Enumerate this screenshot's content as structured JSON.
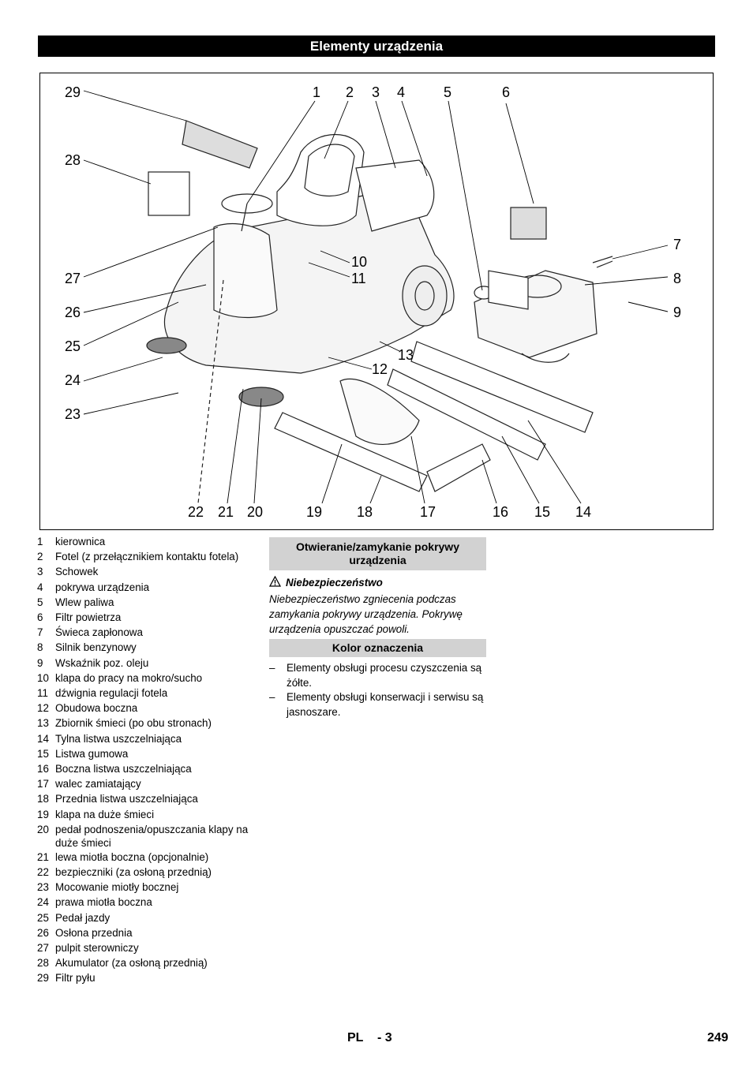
{
  "header": {
    "title": "Elementy urządzenia"
  },
  "figure": {
    "callouts": [
      "29",
      "28",
      "27",
      "26",
      "25",
      "24",
      "23",
      "1",
      "2",
      "3",
      "4",
      "5",
      "6",
      "7",
      "8",
      "9",
      "10",
      "11",
      "12",
      "13",
      "22",
      "21",
      "20",
      "19",
      "18",
      "17",
      "16",
      "15",
      "14"
    ]
  },
  "parts": [
    {
      "num": "1",
      "text": "kierownica"
    },
    {
      "num": "2",
      "text": "Fotel (z przełącznikiem kontaktu fotela)"
    },
    {
      "num": "3",
      "text": "Schowek"
    },
    {
      "num": "4",
      "text": "pokrywa urządzenia"
    },
    {
      "num": "5",
      "text": "Wlew paliwa"
    },
    {
      "num": "6",
      "text": "Filtr powietrza"
    },
    {
      "num": "7",
      "text": "Świeca zapłonowa"
    },
    {
      "num": "8",
      "text": "Silnik benzynowy"
    },
    {
      "num": "9",
      "text": "Wskaźnik poz. oleju"
    },
    {
      "num": "10",
      "text": "klapa do pracy na mokro/sucho"
    },
    {
      "num": "11",
      "text": "dźwignia regulacji fotela"
    },
    {
      "num": "12",
      "text": "Obudowa boczna"
    },
    {
      "num": "13",
      "text": "Zbiornik śmieci (po obu stronach)"
    },
    {
      "num": "14",
      "text": "Tylna listwa uszczelniająca"
    },
    {
      "num": "15",
      "text": "Listwa gumowa"
    },
    {
      "num": "16",
      "text": "Boczna listwa uszczelniająca"
    },
    {
      "num": "17",
      "text": "walec zamiatający"
    },
    {
      "num": "18",
      "text": "Przednia listwa uszczelniająca"
    },
    {
      "num": "19",
      "text": "klapa na duże śmieci"
    },
    {
      "num": "20",
      "text": "pedał podnoszenia/opuszczania klapy na duże śmieci"
    },
    {
      "num": "21",
      "text": "lewa miotła boczna (opcjonalnie)"
    },
    {
      "num": "22",
      "text": "bezpieczniki (za osłoną przednią)"
    },
    {
      "num": "23",
      "text": "Mocowanie miotły bocznej"
    },
    {
      "num": "24",
      "text": "prawa miotła boczna"
    },
    {
      "num": "25",
      "text": "Pedał jazdy"
    },
    {
      "num": "26",
      "text": "Osłona przednia"
    },
    {
      "num": "27",
      "text": "pulpit sterowniczy"
    },
    {
      "num": "28",
      "text": "Akumulator (za osłoną przednią)"
    },
    {
      "num": "29",
      "text": "Filtr pyłu"
    }
  ],
  "section_open": {
    "title": "Otwieranie/zamykanie pokrywy urządzenia"
  },
  "danger": {
    "label": "Niebezpieczeństwo",
    "text": "Niebezpieczeństwo zgniecenia podczas zamykania pokrywy urządzenia. Pokrywę urządzenia opuszczać powoli."
  },
  "section_color": {
    "title": "Kolor oznaczenia"
  },
  "color_items": [
    {
      "dash": "–",
      "text": "Elementy obsługi procesu czyszczenia są żółte."
    },
    {
      "dash": "–",
      "text": "Elementy obsługi konserwacji i serwisu są jasnoszare."
    }
  ],
  "footer": {
    "lang": "PL",
    "page_ref": "- 3",
    "page_number": "249"
  }
}
